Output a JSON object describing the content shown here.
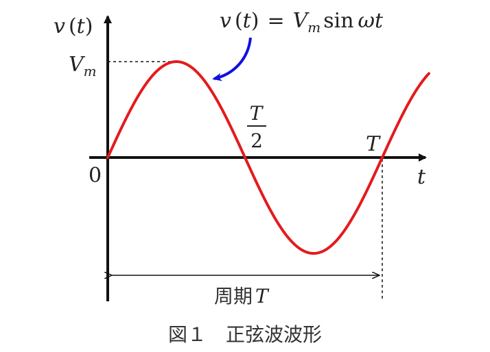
{
  "axes": {
    "y_label_func": "v",
    "y_label_paren_open": "(",
    "y_label_var": "t",
    "y_label_paren_close": ")",
    "x_label": "t",
    "origin_label": "0"
  },
  "amplitude": {
    "symbol": "V",
    "subscript": "m"
  },
  "half_period": {
    "numerator": "T",
    "denominator": "2"
  },
  "period_tick_label": "T",
  "equation": {
    "lhs_func": "v",
    "lhs_paren_open": "(",
    "lhs_var": "t",
    "lhs_paren_close": ")",
    "equals": "=",
    "amp_symbol": "V",
    "amp_subscript": "m",
    "fn": "sin",
    "omega_t": "ωt"
  },
  "period_annotation": {
    "text": "周期",
    "symbol": "T"
  },
  "caption": "図１　正弦波波形",
  "colors": {
    "curve": "#e41a1c",
    "pointer_arrow": "#1010e0",
    "axis": "#111111"
  }
}
